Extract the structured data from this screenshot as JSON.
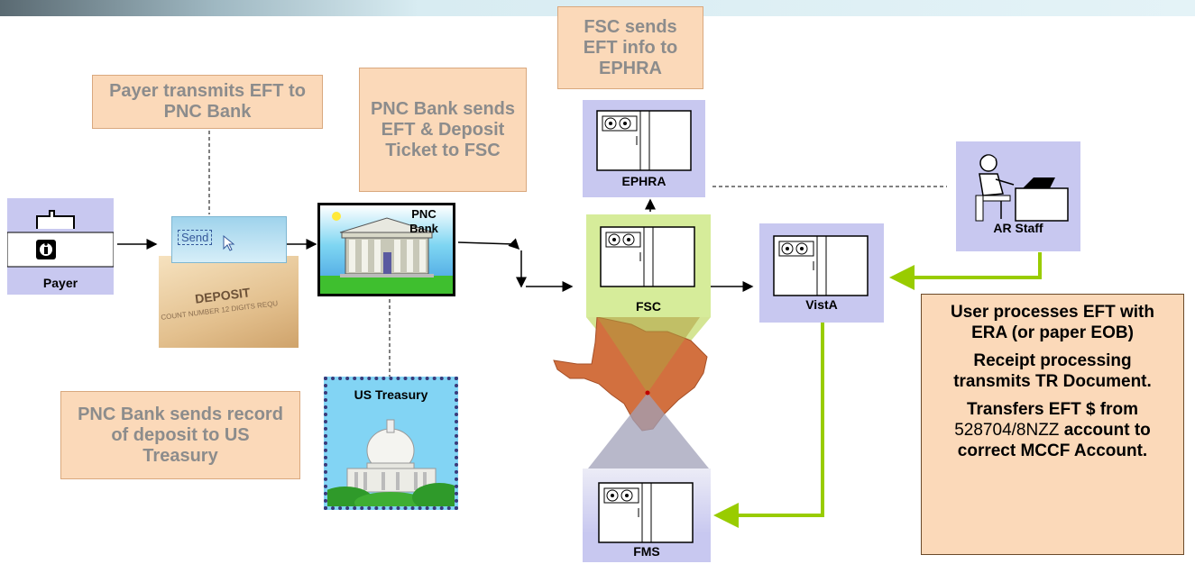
{
  "callouts": {
    "payer_transmits": "Payer transmits EFT to PNC Bank",
    "pnc_sends_eft": "PNC Bank sends EFT & Deposit Ticket to FSC",
    "fsc_sends": "FSC sends EFT info to EPHRA",
    "pnc_sends_record": "PNC Bank sends record of deposit to US Treasury"
  },
  "nodes": {
    "payer": "Payer",
    "pnc_bank": "PNC Bank",
    "us_treasury": "US Treasury",
    "ephra": "EPHRA",
    "fsc": "FSC",
    "vista": "VistA",
    "ar_staff": "AR Staff",
    "fms": "FMS"
  },
  "images": {
    "send_word": "Send",
    "deposit_word": "DEPOSIT",
    "deposit_small": "COUNT NUMBER 12 DIGITS REQU"
  },
  "info_box": {
    "line1": "User processes EFT with ERA (or paper EOB)",
    "line2": "Receipt processing transmits TR Document.",
    "line3_prefix": "Transfers EFT $ from ",
    "line3_account": "528704/8NZZ",
    "line3_suffix": " account to correct MCCF Account."
  },
  "colors": {
    "callout_fill": "#fbd9b9",
    "node_fill": "#c8c8f0",
    "arrow_green": "#99cc00",
    "texas": "#d2703f"
  }
}
